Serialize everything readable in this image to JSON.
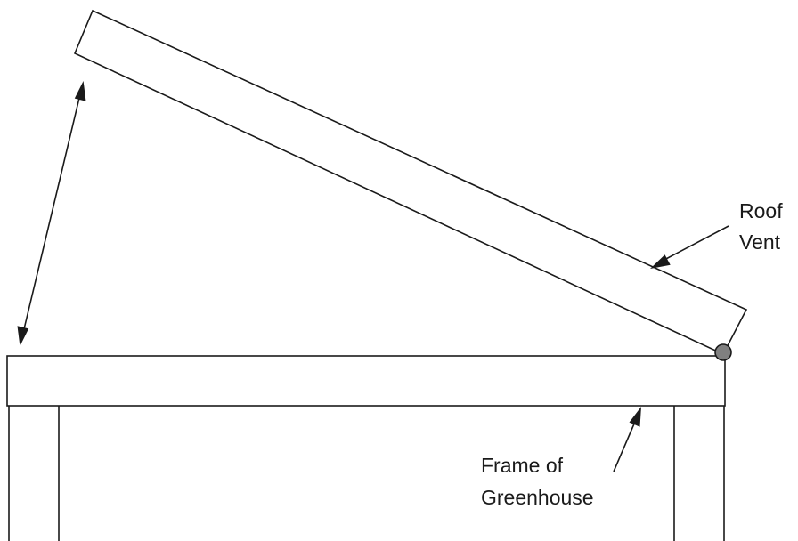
{
  "labels": {
    "roof_vent_line1": "Roof",
    "roof_vent_line2": "Vent",
    "frame_line1": "Frame of",
    "frame_line2": "Greenhouse"
  },
  "colors": {
    "stroke": "#1a1a1a",
    "hinge_fill": "#808080",
    "background": "#ffffff"
  }
}
